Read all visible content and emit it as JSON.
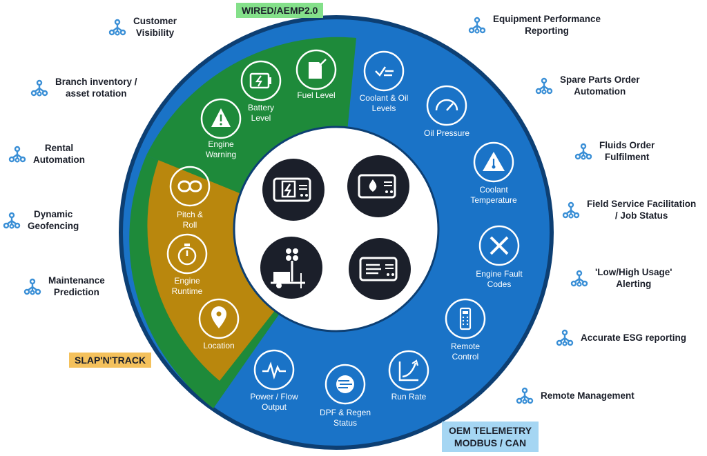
{
  "tags": {
    "wired": "WIRED/AEMP2.0",
    "slap": "SLAP'N'TRACK",
    "oem_line1": "OEM TELEMETRY",
    "oem_line2": "MODBUS / CAN"
  },
  "ring": {
    "green": [
      {
        "label1": "Fuel Level",
        "label2": "",
        "icon": "fuel-can-icon"
      },
      {
        "label1": "Battery",
        "label2": "Level",
        "icon": "battery-icon"
      },
      {
        "label1": "Engine",
        "label2": "Warning",
        "icon": "warning-icon"
      }
    ],
    "gold": [
      {
        "label1": "Pitch &",
        "label2": "Roll",
        "icon": "link-icon"
      },
      {
        "label1": "Engine",
        "label2": "Runtime",
        "icon": "stopwatch-icon"
      },
      {
        "label1": "Location",
        "label2": "",
        "icon": "location-pin-icon"
      }
    ],
    "blue": [
      {
        "label1": "Coolant & Oil",
        "label2": "Levels",
        "icon": "levels-icon"
      },
      {
        "label1": "Oil Pressure",
        "label2": "",
        "icon": "gauge-icon"
      },
      {
        "label1": "Coolant",
        "label2": "Temperature",
        "icon": "thermometer-icon"
      },
      {
        "label1": "Engine Fault",
        "label2": "Codes",
        "icon": "x-icon"
      },
      {
        "label1": "Remote",
        "label2": "Control",
        "icon": "remote-icon"
      },
      {
        "label1": "Run Rate",
        "label2": "",
        "icon": "growth-chart-icon"
      },
      {
        "label1": "DPF & Regen",
        "label2": "Status",
        "icon": "filter-icon"
      },
      {
        "label1": "Power / Flow",
        "label2": "Output",
        "icon": "waveform-icon"
      }
    ]
  },
  "center_icons": [
    "generator-power-icon",
    "generator-fuel-icon",
    "light-tower-icon",
    "compressor-icon"
  ],
  "benefits_left": [
    {
      "line1": "Customer",
      "line2": "Visibility"
    },
    {
      "line1": "Branch inventory /",
      "line2": "asset rotation"
    },
    {
      "line1": "Rental",
      "line2": "Automation"
    },
    {
      "line1": "Dynamic",
      "line2": "Geofencing"
    },
    {
      "line1": "Maintenance",
      "line2": "Prediction"
    }
  ],
  "benefits_right": [
    {
      "line1": "Equipment Performance",
      "line2": "Reporting"
    },
    {
      "line1": "Spare Parts Order",
      "line2": "Automation"
    },
    {
      "line1": "Fluids Order",
      "line2": "Fulfilment"
    },
    {
      "line1": "Field Service Facilitation",
      "line2": "/ Job Status"
    },
    {
      "line1": "'Low/High Usage'",
      "line2": "Alerting"
    },
    {
      "line1": "Accurate ESG reporting",
      "line2": ""
    },
    {
      "line1": "Remote Management",
      "line2": ""
    }
  ],
  "colors": {
    "blue": "#1a73c7",
    "blue_dark": "#0d3f73",
    "green": "#1e8a3a",
    "gold": "#b9870d",
    "node_icon": "#3a8fd6"
  }
}
